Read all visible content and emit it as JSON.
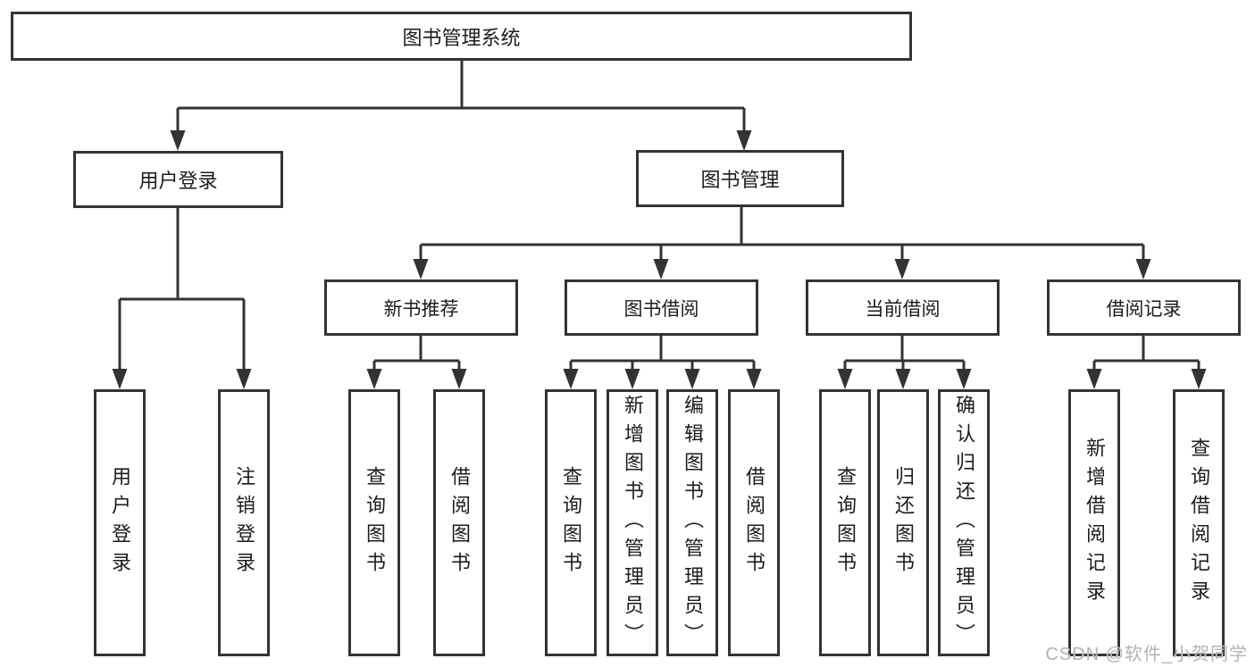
{
  "diagram_title": "图书管理系统",
  "tree": {
    "root": "图书管理系统",
    "children": [
      {
        "label": "用户登录",
        "children": [
          "用户登录",
          "注销登录"
        ]
      },
      {
        "label": "图书管理",
        "children": [
          {
            "label": "新书推荐",
            "children": [
              "查询图书",
              "借阅图书"
            ]
          },
          {
            "label": "图书借阅",
            "children": [
              "查询图书",
              "新增图书（管理员）",
              "编辑图书（管理员）",
              "借阅图书"
            ]
          },
          {
            "label": "当前借阅",
            "children": [
              "查询图书",
              "归还图书",
              "确认归还（管理员）"
            ]
          },
          {
            "label": "借阅记录",
            "children": [
              "新增借阅记录",
              "查询借阅记录"
            ]
          }
        ]
      }
    ]
  },
  "watermark": "CSDN @软件_小贺同学",
  "colors": {
    "line": "#333333",
    "text": "#1c1c1c",
    "watermark": "#b3b3b3",
    "background": "#ffffff"
  }
}
